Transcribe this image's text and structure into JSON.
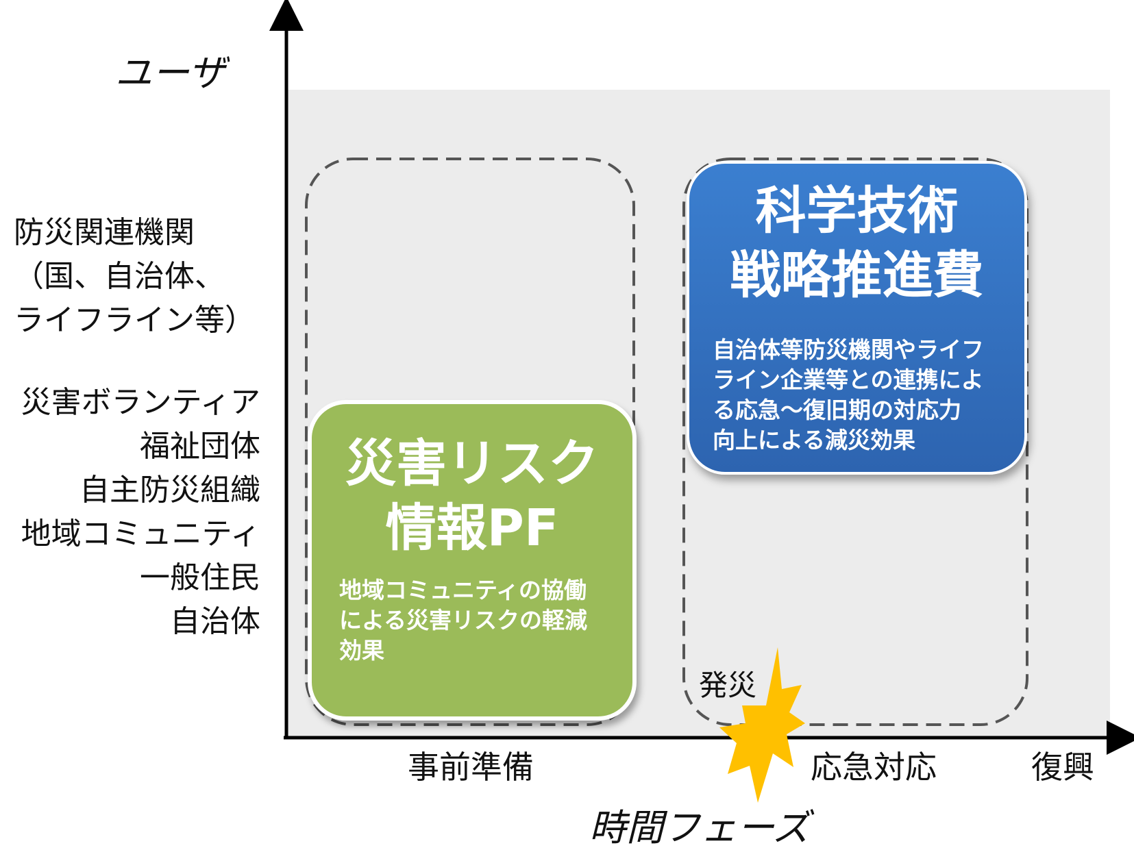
{
  "axes": {
    "y_title": "ユーザ",
    "x_title": "時間フェーズ"
  },
  "user_groups": {
    "group1": [
      "防災関連機関",
      "（国、自治体、",
      "ライフライン等）"
    ],
    "group2": [
      "災害ボランティア",
      "福祉団体",
      "自主防災組織",
      "地域コミュニティ",
      "一般住民",
      "自治体"
    ]
  },
  "phases": [
    "事前準備",
    "応急対応",
    "復興"
  ],
  "cards": {
    "green": {
      "title": [
        "災害リスク",
        "情報PF"
      ],
      "desc": [
        "地域コミュニティの協働",
        "による災害リスクの軽減",
        "効果"
      ],
      "color": "#9bbb59"
    },
    "blue": {
      "title": [
        "科学技術",
        "戦略推進費"
      ],
      "desc": [
        "自治体等防災機関やライフ",
        "ライン企業等との連携によ",
        "る応急～復旧期の対応力",
        "向上による減災効果"
      ],
      "color": "#3570c0"
    }
  },
  "event": {
    "label": "発災",
    "icon": "explosion-burst-icon",
    "color": "#ffc000"
  },
  "colors": {
    "panel": "#ececec",
    "dashed": "#555555",
    "axis": "#000000"
  }
}
